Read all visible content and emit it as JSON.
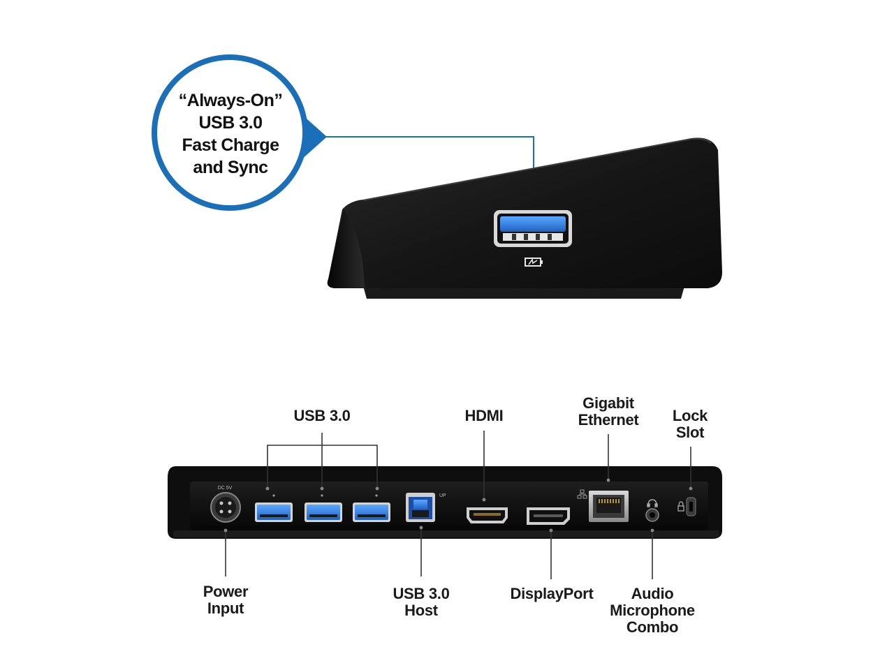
{
  "callout": {
    "lines": [
      "“Always-On”",
      "USB 3.0",
      "Fast Charge",
      "and Sync"
    ],
    "ring_color": "#1a6fb8"
  },
  "dock_front": {
    "port_icon": "usb-charge-battery-icon"
  },
  "dock_back": {
    "ports": {
      "dc_in_label": "DC 5V",
      "usb_b_label": "UP"
    }
  },
  "labels": {
    "usb30": "USB 3.0",
    "hdmi": "HDMI",
    "gigabit": [
      "Gigabit",
      "Ethernet"
    ],
    "lock": [
      "Lock",
      "Slot"
    ],
    "power": [
      "Power",
      "Input"
    ],
    "usb_host": [
      "USB 3.0",
      "Host"
    ],
    "displayport": "DisplayPort",
    "audio": [
      "Audio",
      "Microphone",
      "Combo"
    ]
  },
  "colors": {
    "usb3_blue": "#2f7fd6",
    "device_black": "#151515",
    "leader_line": "#333333"
  }
}
